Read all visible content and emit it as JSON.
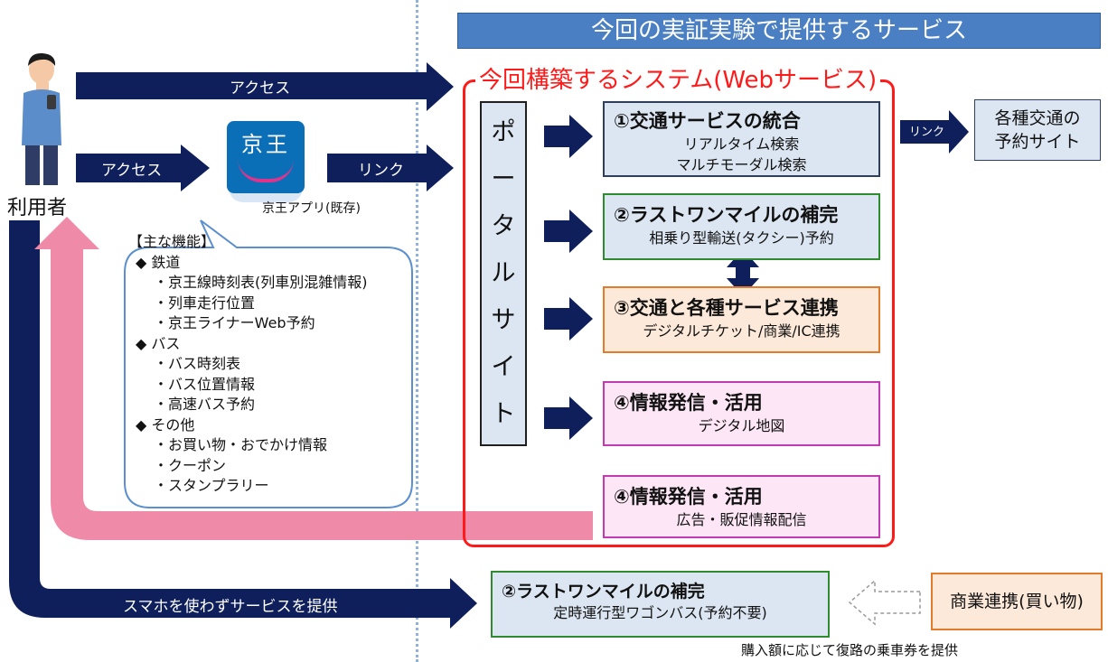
{
  "header": {
    "banner": "今回の実証実験で提供するサービス"
  },
  "system": {
    "title": "今回構築するシステム(Webサービス)"
  },
  "user": {
    "label": "利用者"
  },
  "arrows": {
    "access_top": "アクセス",
    "access_mid": "アクセス",
    "link_mid": "リンク",
    "link_right": "リンク",
    "no_smartphone": "スマホを使わずサービスを提供"
  },
  "keio_app": {
    "logo_text": "京王",
    "label": "京王アプリ(既存)"
  },
  "features": {
    "heading": "【主な機能】",
    "lines": [
      "◆  鉄道",
      "・京王線時刻表(列車別混雑情報)",
      "・列車走行位置",
      "・京王ライナーWeb予約",
      "◆  バス",
      "・バス時刻表",
      "・バス位置情報",
      "・高速バス予約",
      "◆  その他",
      "・お買い物・おでかけ情報",
      "・クーポン",
      "・スタンプラリー"
    ]
  },
  "portal": {
    "chars": [
      "ポ",
      "ー",
      "タ",
      "ル",
      "サ",
      "イ",
      "ト"
    ]
  },
  "services": [
    {
      "title": "①交通サービスの統合",
      "sub1": "リアルタイム検索",
      "sub2": "マルチモーダル検索"
    },
    {
      "title": "②ラストワンマイルの補完",
      "sub1": "相乗り型輸送(タクシー)予約"
    },
    {
      "title": "③交通と各種サービス連携",
      "sub1": "デジタルチケット/商業/IC連携"
    },
    {
      "title": "④情報発信・活用",
      "sub1": "デジタル地図"
    },
    {
      "title": "④情報発信・活用",
      "sub1": "広告・販促情報配信"
    }
  ],
  "external": {
    "line1": "各種交通の",
    "line2": "予約サイト"
  },
  "bottom_service": {
    "title": "②ラストワンマイルの補完",
    "sub1": "定時運行型ワゴンバス(予約不要)"
  },
  "commerce": {
    "label": "商業連携(買い物)"
  },
  "note": {
    "text": "購入額に応じて復路の乗車券を提供"
  }
}
